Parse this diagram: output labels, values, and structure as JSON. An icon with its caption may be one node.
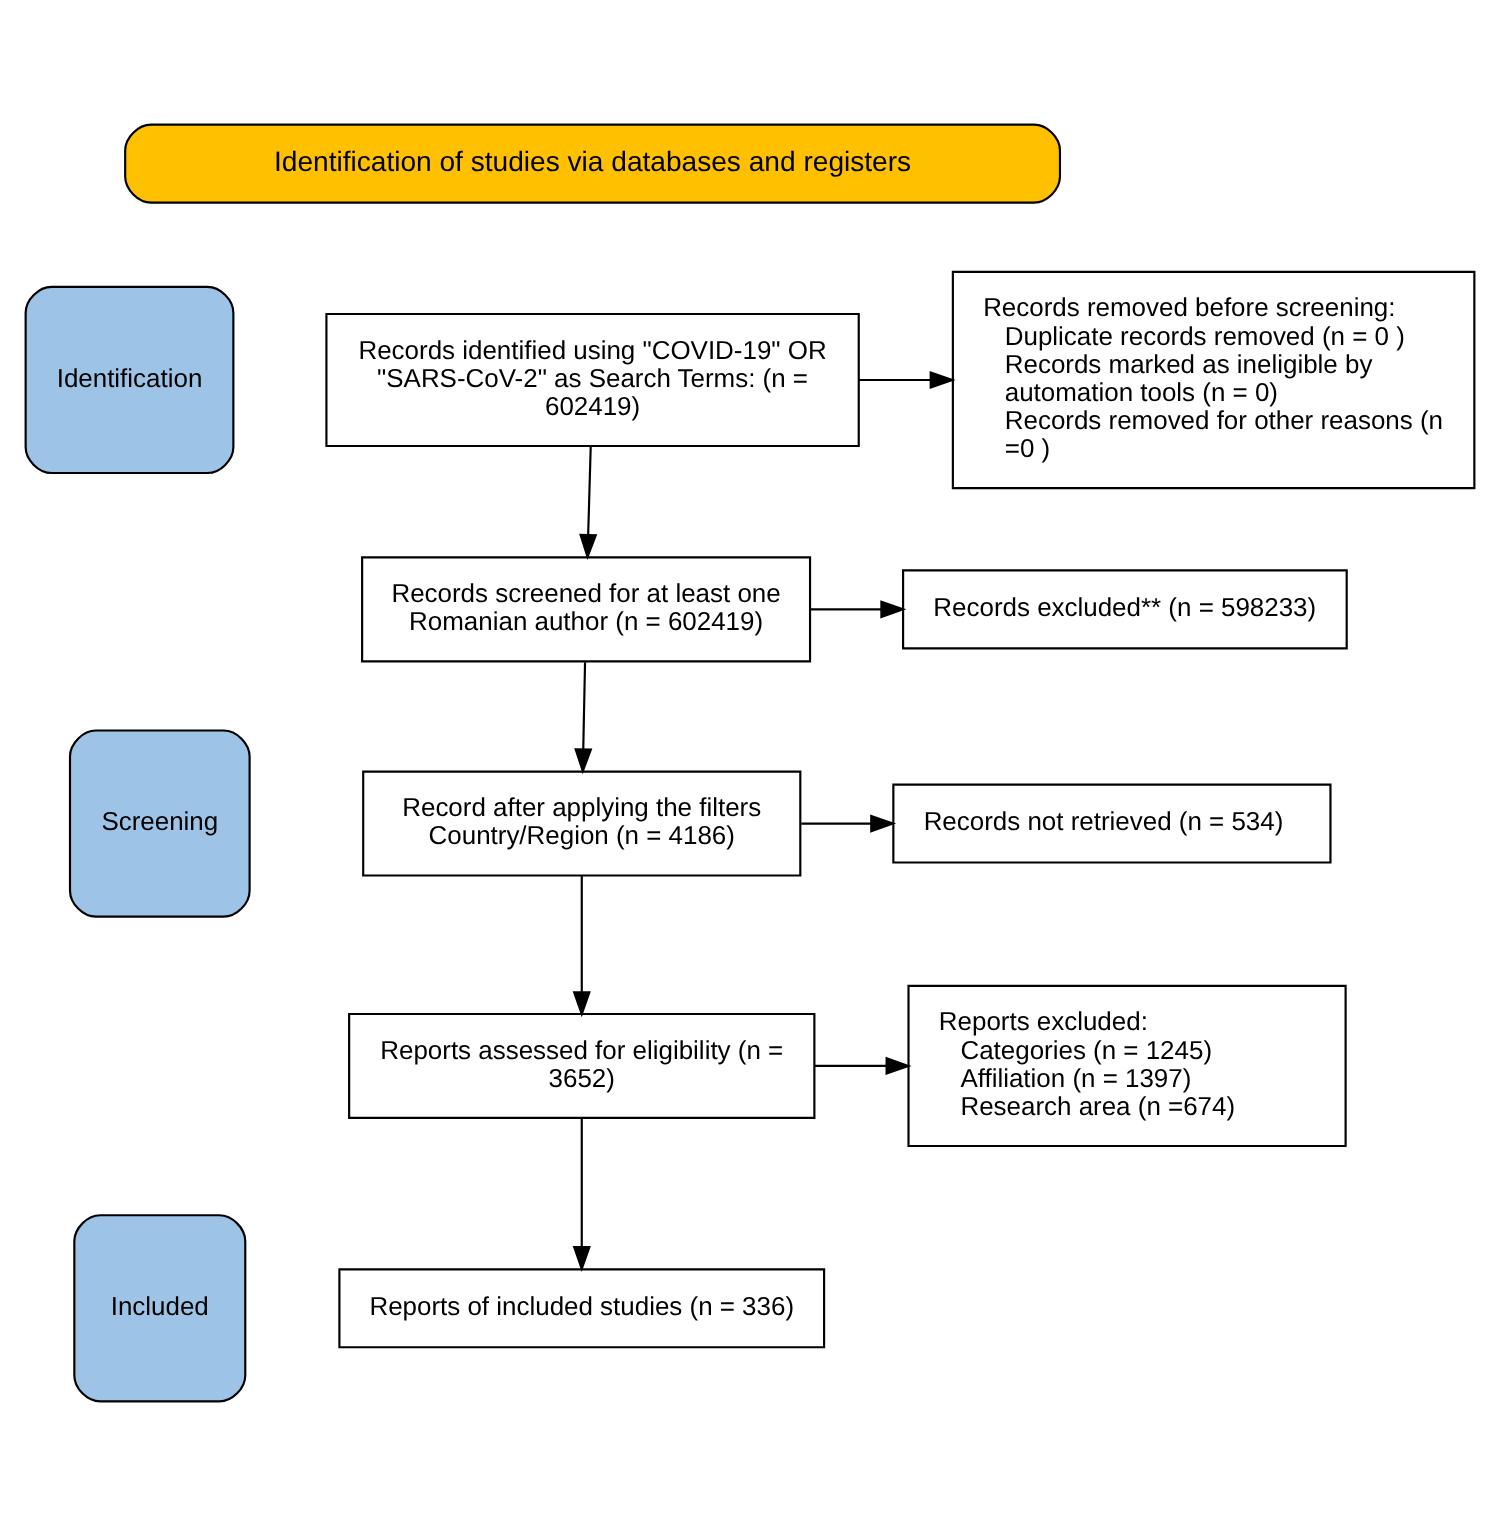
{
  "diagram": {
    "nodes": [
      {
        "text": [
          "Identification of studies via databases and registers"
        ]
      },
      {
        "text": [
          "Identification"
        ]
      },
      {
        "text": [
          "Screening"
        ]
      },
      {
        "text": [
          "Included"
        ]
      },
      {
        "text": [
          "Records identified using \"COVID-19\" OR \"SARS-CoV-2\" as Search Terms: (n = 602419)"
        ]
      },
      {
        "text": [
          "Records removed before screening:",
          "Duplicate records removed (n = 0 )",
          "Records marked as ineligible by automation tools (n = 0)",
          "Records removed for other reasons (n =0 )"
        ]
      },
      {
        "text": [
          "Records screened for at least one Romanian author (n = 602419)"
        ]
      },
      {
        "text": [
          "Records excluded** (n = 598233)"
        ]
      },
      {
        "text": [
          "Record after applying the filters Country/Region (n = 4186)"
        ]
      },
      {
        "text": [
          "Records not retrieved (n = 534)"
        ]
      },
      {
        "text": [
          "Reports assessed for eligibility (n = 3652)"
        ]
      },
      {
        "text": [
          "Reports excluded:",
          "Categories (n = 1245)",
          "Affiliation (n = 1397)",
          "Research area (n =674)"
        ]
      },
      {
        "text": [
          "Reports of included studies (n = 336)"
        ]
      }
    ],
    "edges": [
      {
        "from": 4,
        "to": 5,
        "arrow": "to"
      },
      {
        "from": 4,
        "to": 6,
        "arrow": "to"
      },
      {
        "from": 6,
        "to": 7,
        "arrow": "to"
      },
      {
        "from": 6,
        "to": 8,
        "arrow": "to"
      },
      {
        "from": 8,
        "to": 9,
        "arrow": "to"
      },
      {
        "from": 8,
        "to": 10,
        "arrow": "to"
      },
      {
        "from": 10,
        "to": 11,
        "arrow": "to"
      },
      {
        "from": 10,
        "to": 12,
        "arrow": "to"
      }
    ]
  }
}
